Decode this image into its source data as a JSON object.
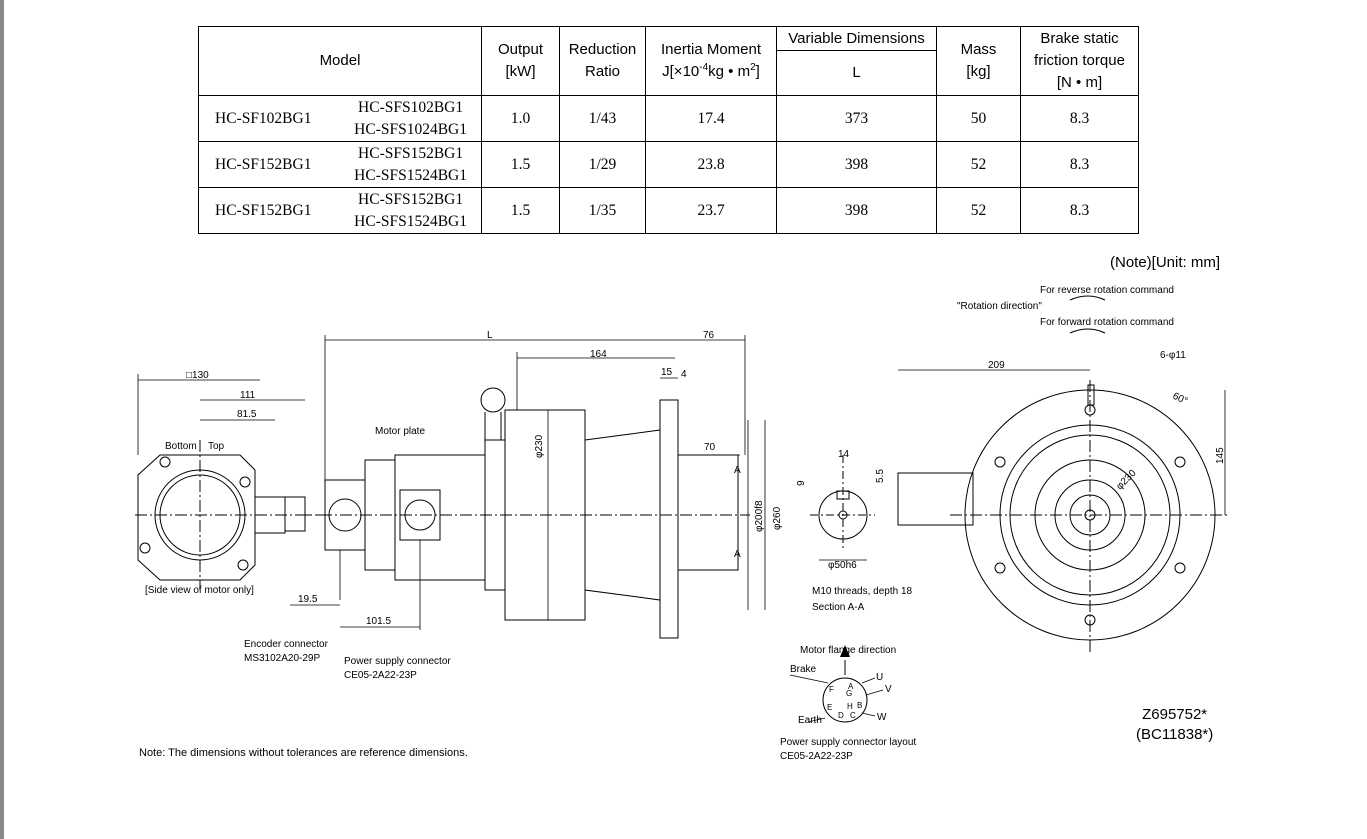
{
  "table": {
    "headers": {
      "model": "Model",
      "output": [
        "Output",
        "[kW]"
      ],
      "reduction": [
        "Reduction",
        "Ratio"
      ],
      "inertia": [
        "Inertia Moment",
        "J[×10",
        "-4",
        "kg • m",
        "2",
        "]"
      ],
      "variable": "Variable Dimensions",
      "variable_sub": "L",
      "mass": [
        "Mass",
        "[kg]"
      ],
      "brake": [
        "Brake static",
        "friction torque",
        "[N • m]"
      ]
    },
    "rows": [
      {
        "model": "HC-SF102BG1",
        "sub1": "HC-SFS102BG1",
        "sub2": "HC-SFS1024BG1",
        "output": "1.0",
        "ratio": "1/43",
        "inertia": "17.4",
        "L": "373",
        "mass": "50",
        "brake": "8.3"
      },
      {
        "model": "HC-SF152BG1",
        "sub1": "HC-SFS152BG1",
        "sub2": "HC-SFS1524BG1",
        "output": "1.5",
        "ratio": "1/29",
        "inertia": "23.8",
        "L": "398",
        "mass": "52",
        "brake": "8.3"
      },
      {
        "model": "HC-SF152BG1",
        "sub1": "HC-SFS152BG1",
        "sub2": "HC-SFS1524BG1",
        "output": "1.5",
        "ratio": "1/35",
        "inertia": "23.7",
        "L": "398",
        "mass": "52",
        "brake": "8.3"
      }
    ]
  },
  "unit_note": "(Note)[Unit: mm]",
  "drawing_labels": {
    "reverse_cmd": "For reverse rotation command",
    "rotation_dir": "\"Rotation direction\"",
    "forward_cmd": "For forward rotation command",
    "dim_L": "L",
    "dim_76": "76",
    "dim_164": "164",
    "dim_15": "15",
    "dim_4": "4",
    "dim_sq130": "□130",
    "dim_111": "111",
    "dim_815": "81.5",
    "bottom": "Bottom",
    "top": "Top",
    "motor_plate": "Motor plate",
    "phi230": "φ230",
    "dim_70": "70",
    "dim_A": "A",
    "phi200h8": "φ200f8",
    "phi260": "φ260",
    "dim_14": "14",
    "dim_9": "9",
    "dim_55": "5.5",
    "phi50h6": "φ50h6",
    "m10": "M10 threads, depth 18",
    "section": "Section A-A",
    "dim_209": "209",
    "holes": "6-φ11",
    "deg60": "60°",
    "dim_145": "145",
    "phi230b": "φ230",
    "side_view": "[Side view of motor only]",
    "dim_195": "19.5",
    "dim_1015": "101.5",
    "encoder": "Encoder connector",
    "encoder_pn": "MS3102A20-29P",
    "power": "Power supply connector",
    "power_pn": "CE05-2A22-23P",
    "flange_dir": "Motor flange direction",
    "brake": "Brake",
    "earth": "Earth",
    "pin_U": "U",
    "pin_V": "V",
    "pin_W": "W",
    "pins": [
      "A",
      "B",
      "C",
      "D",
      "E",
      "F",
      "G",
      "H"
    ],
    "layout": "Power supply connector layout",
    "layout_pn": "CE05-2A22-23P"
  },
  "drawing_ref": [
    "Z695752*",
    "(BC11838*)"
  ],
  "footnote": "Note: The dimensions without tolerances are reference dimensions."
}
